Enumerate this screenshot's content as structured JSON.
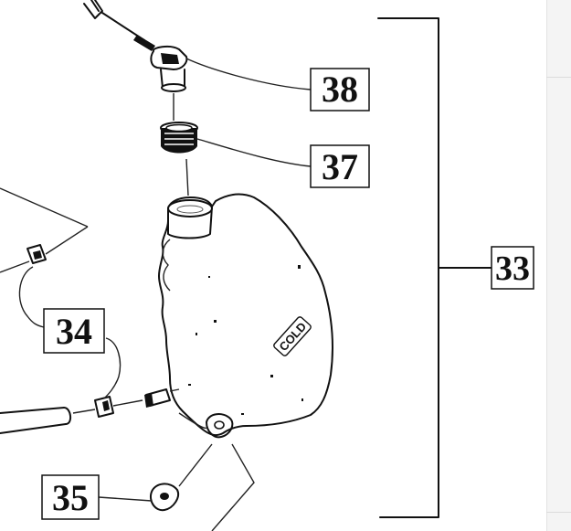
{
  "callouts": {
    "c38": "38",
    "c37": "37",
    "c33": "33",
    "c34": "34",
    "c35": "35"
  },
  "tank_label": "COLD",
  "colors": {
    "line": "#111111",
    "background": "#ffffff",
    "right_pane": "#f4f4f4"
  }
}
